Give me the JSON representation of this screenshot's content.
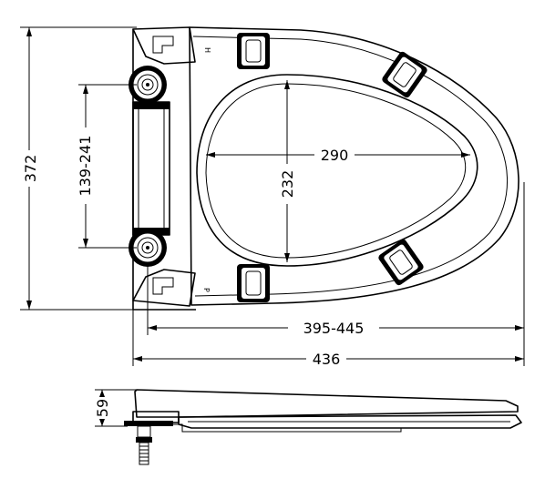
{
  "dimensions": {
    "overall_height": "372",
    "hinge_spacing": "139-241",
    "inner_width": "290",
    "inner_height": "232",
    "hinge_to_front": "395-445",
    "overall_length": "436",
    "side_height": "59"
  },
  "hinge_marks": {
    "top": "H",
    "bottom": "P"
  }
}
